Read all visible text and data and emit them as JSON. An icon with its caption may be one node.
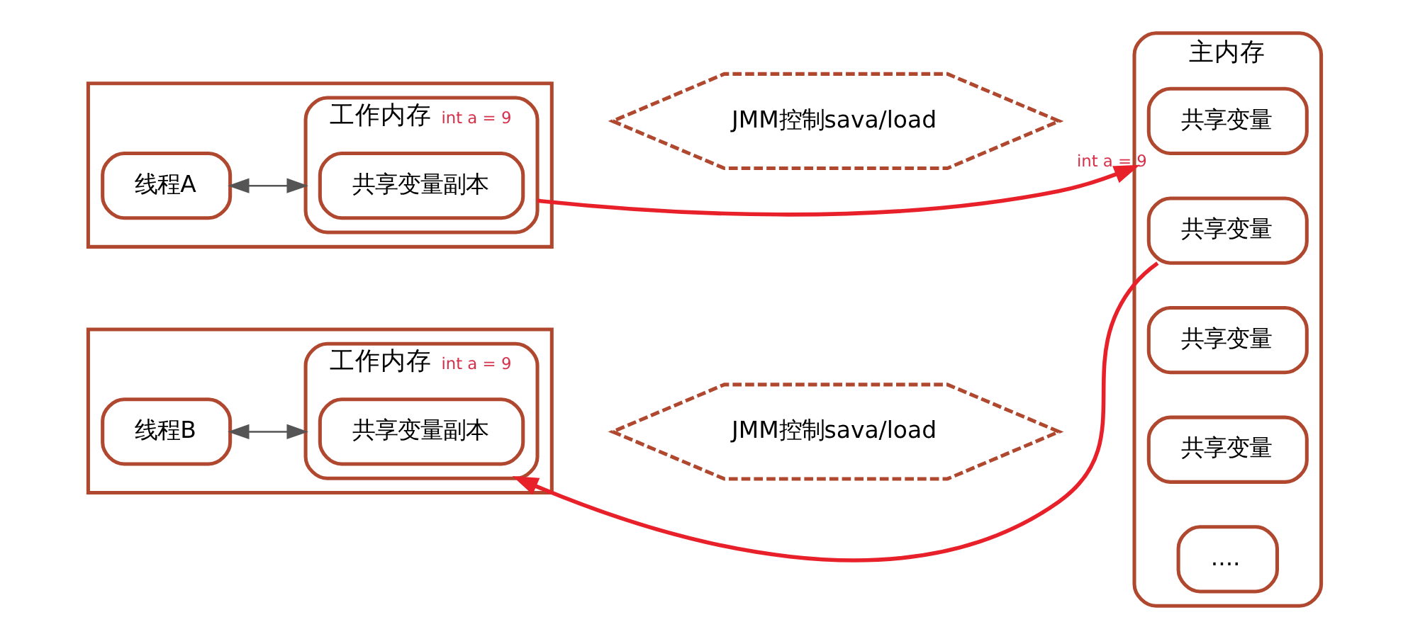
{
  "diagram": {
    "nodes": [
      {
        "text": [],
        "shape": "box"
      },
      {
        "text": [
          "线程A"
        ],
        "in": 0
      },
      {
        "text": [
          "工作内存"
        ],
        "beside": [
          "int a = 9"
        ],
        "in": 0
      },
      {
        "text": [
          "共享变量副本"
        ],
        "in": 2
      },
      {
        "text": [],
        "shape": "box"
      },
      {
        "text": [
          "线程B"
        ],
        "in": 4
      },
      {
        "text": [
          "工作内存"
        ],
        "beside": [
          "int a = 9"
        ],
        "in": 4
      },
      {
        "text": [
          "共享变量副本"
        ],
        "in": 6
      },
      {
        "text": [
          "JMM控制sava/load"
        ]
      },
      {
        "text": [
          "JMM控制sava/load"
        ]
      },
      {
        "text": [
          "主内存"
        ]
      },
      {
        "text": [
          "共享变量"
        ],
        "beside": [
          "int a = 9"
        ],
        "in": 10
      },
      {
        "text": [
          "共享变量"
        ],
        "in": 10
      },
      {
        "text": [
          "共享变量"
        ],
        "in": 10
      },
      {
        "text": [
          "共享变量"
        ],
        "in": 10
      },
      {
        "text": [
          "...."
        ],
        "in": 10
      }
    ],
    "edges": [
      {
        "from": 1,
        "to": 2,
        "arrow": "both"
      },
      {
        "from": 5,
        "to": 6,
        "arrow": "both"
      },
      {
        "from": 2,
        "to": 10,
        "arrow": "to",
        "style": "thick",
        "color": "#e8202a"
      },
      {
        "from": 12,
        "to": 6,
        "arrow": "to",
        "style": "thick",
        "color": "#e8202a"
      }
    ]
  }
}
